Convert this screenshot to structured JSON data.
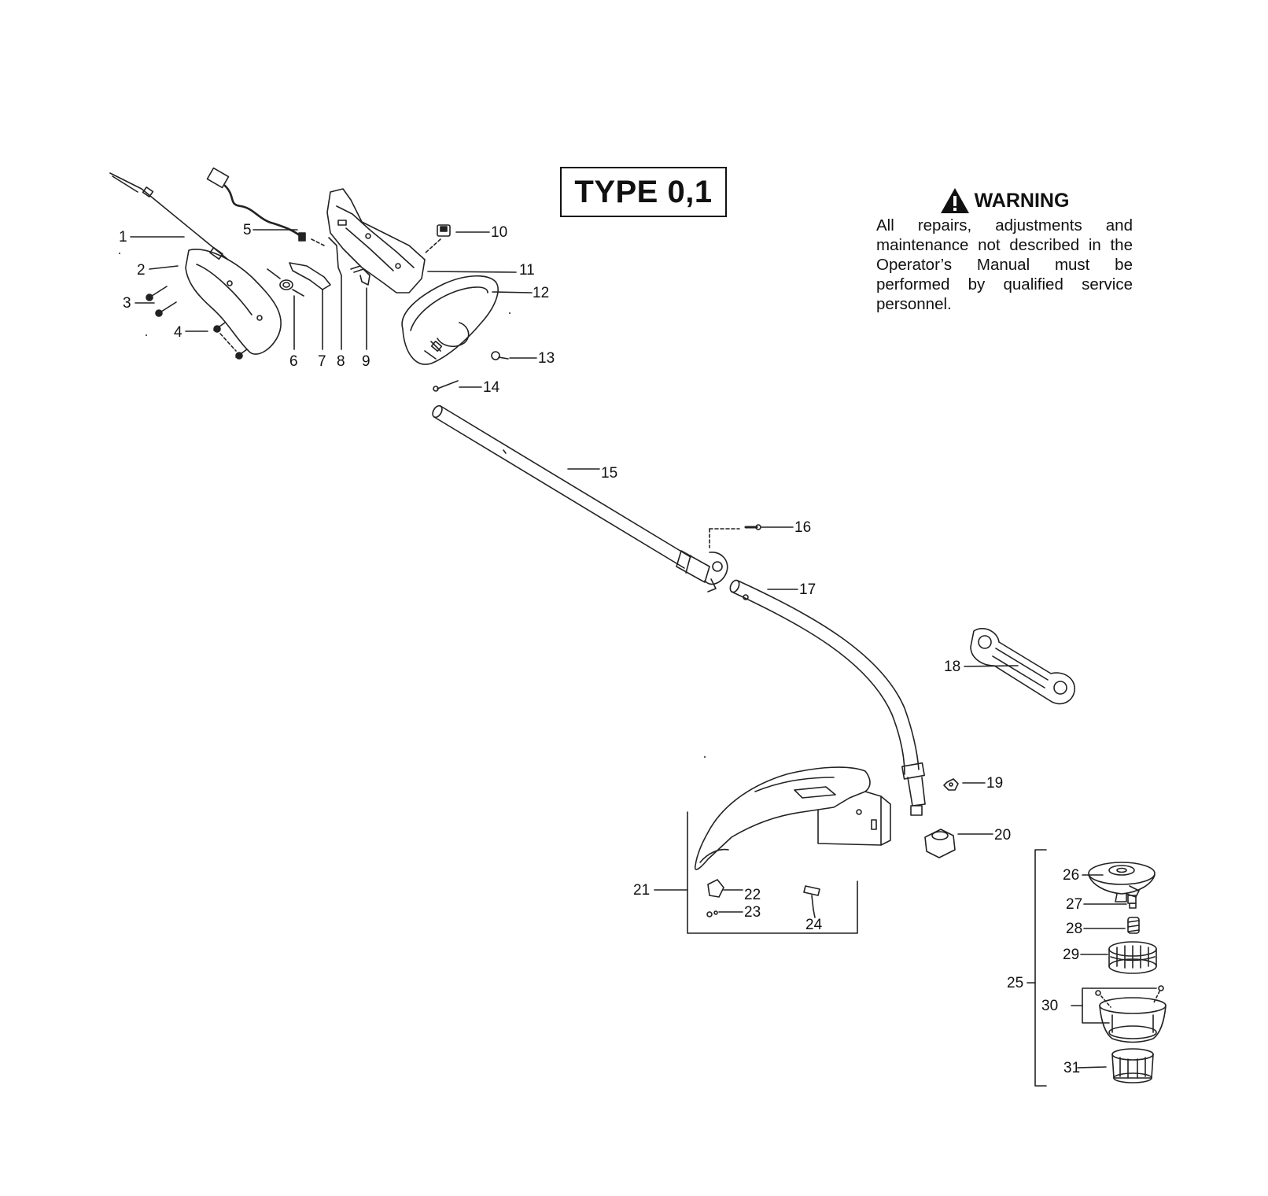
{
  "type_label": "TYPE 0,1",
  "warning": {
    "heading": "WARNING",
    "body": "All repairs, adjustments and maintenance not described in the Operator’s Manual must be performed by qualified service personnel."
  },
  "callouts": {
    "c1": "1",
    "c2": "2",
    "c3": "3",
    "c4": "4",
    "c5": "5",
    "c6": "6",
    "c7": "7",
    "c8": "8",
    "c9": "9",
    "c10": "10",
    "c11": "11",
    "c12": "12",
    "c13": "13",
    "c14": "14",
    "c15": "15",
    "c16": "16",
    "c17": "17",
    "c18": "18",
    "c19": "19",
    "c20": "20",
    "c21": "21",
    "c22": "22",
    "c23": "23",
    "c24": "24",
    "c25": "25",
    "c26": "26",
    "c27": "27",
    "c28": "28",
    "c29": "29",
    "c30": "30",
    "c31": "31"
  }
}
